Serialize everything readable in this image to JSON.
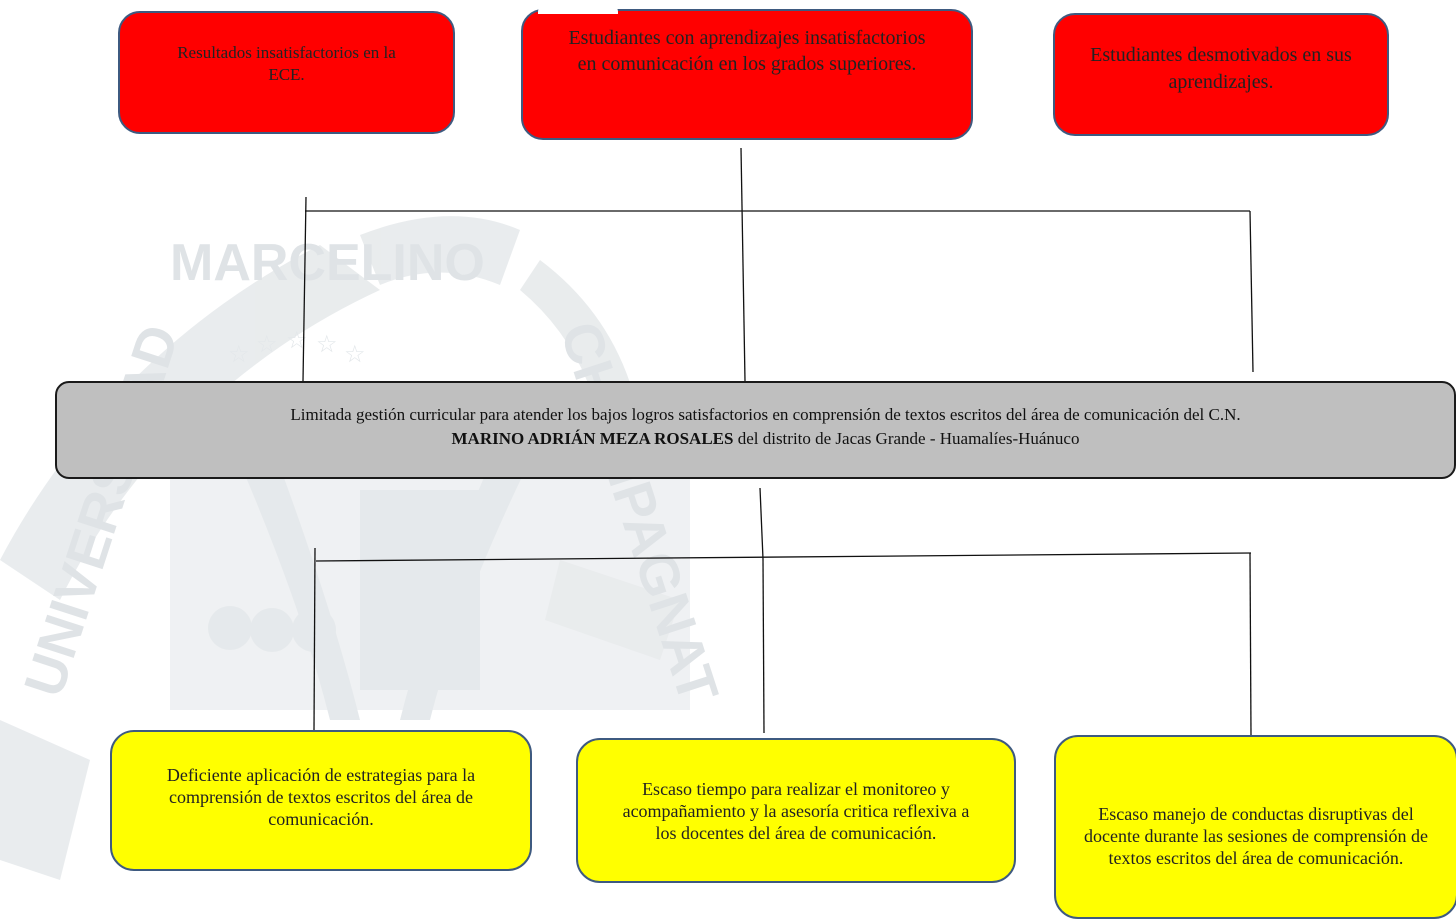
{
  "effects": [
    {
      "text": "Resultados insatisfactorios en la ECE."
    },
    {
      "text": "Estudiantes con aprendizajes insatisfactorios en comunicación en los grados superiores."
    },
    {
      "text": "Estudiantes desmotivados en sus aprendizajes."
    }
  ],
  "problem": {
    "line1": "Limitada gestión curricular para atender los bajos logros satisfactorios en comprensión de textos escritos del área de comunicación del C.N.",
    "name_bold": "MARINO ADRIÁN MEZA ROSALES",
    "line2_rest": " del distrito de Jacas Grande - Huamalíes-Huánuco"
  },
  "causes": [
    {
      "text": "Deficiente aplicación de estrategias para la comprensión de textos escritos del área de comunicación."
    },
    {
      "text": "Escaso tiempo para realizar el monitoreo y acompañamiento y la asesoría critica reflexiva a los docentes del área de comunicación."
    },
    {
      "text": "Escaso manejo de conductas disruptivas del docente durante las sesiones de comprensión de textos escritos del área de comunicación."
    }
  ],
  "watermark": {
    "text_top": "MARCELINO",
    "text_left": "UNIVERSIDAD",
    "text_right": "CHAMPAGNAT",
    "color": "#dfe3e6"
  },
  "colors": {
    "effect_fill": "#ff0000",
    "problem_fill": "#bfbfbf",
    "cause_fill": "#ffff00",
    "box_border": "#3e5a80"
  }
}
